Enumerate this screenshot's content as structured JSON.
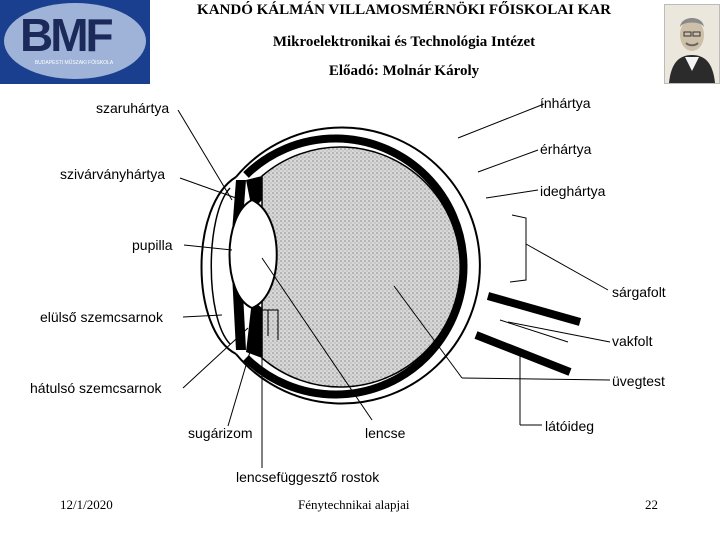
{
  "header": {
    "logo_text": "BMF",
    "logo_subtitle": "BUDAPESTI MŰSZAKI FŐISKOLA",
    "title": "KANDÓ KÁLMÁN VILLAMOSMÉRNÖKI FŐISKOLAI KAR",
    "institute": "Mikroelektronikai és Technológia Intézet",
    "lecturer": "Előadó: Molnár Károly"
  },
  "labels": {
    "szaruhartya": "szaruhártya",
    "szivarvanyhartya": "szivárványhártya",
    "pupilla": "pupilla",
    "elulso": "elülső szemcsarnok",
    "hatulso": "hátulsó szemcsarnok",
    "sugarizom": "sugárizom",
    "lencse": "lencse",
    "lencsefuggeszto": "lencsefüggesztő rostok",
    "inhartya": "ínhártya",
    "erhartya": "érhártya",
    "ideghartya": "ideghártya",
    "sargafolt": "sárgafolt",
    "vakfolt": "vakfolt",
    "uvegtest": "üvegtest",
    "latoideg": "látóideg"
  },
  "footer": {
    "date": "12/1/2020",
    "course": "Fénytechnikai alapjai",
    "page": "22"
  }
}
